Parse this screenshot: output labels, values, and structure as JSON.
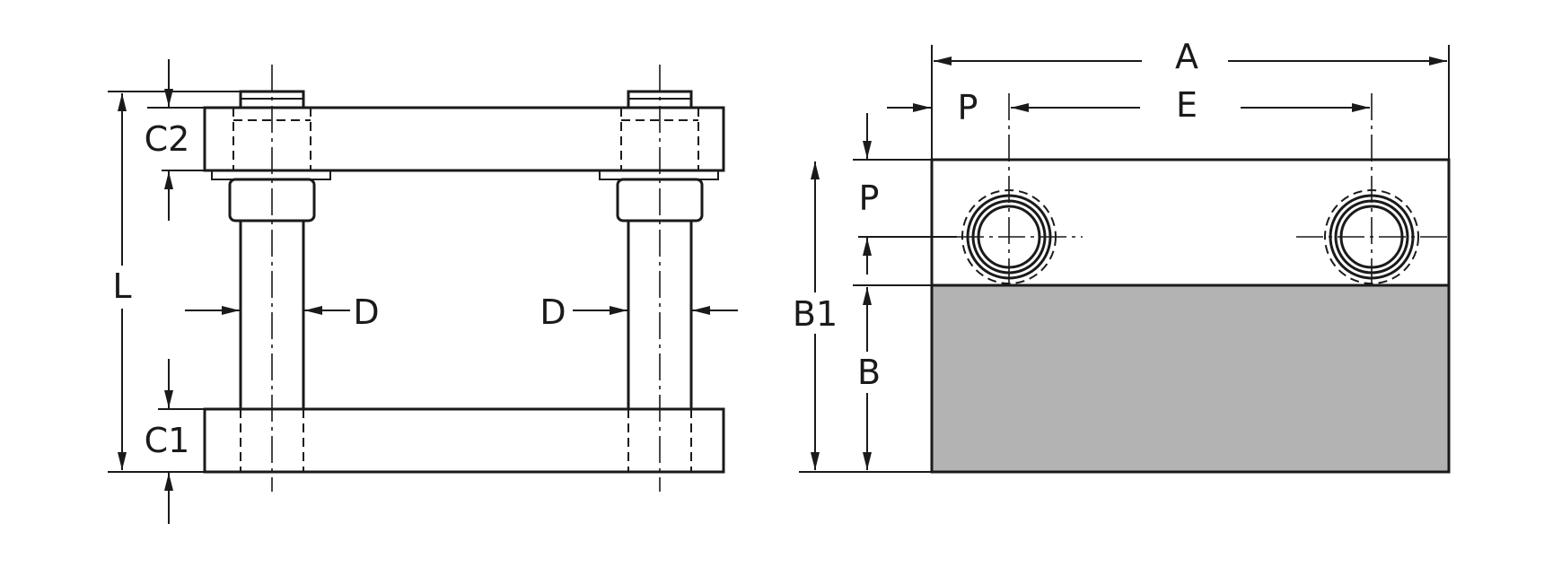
{
  "labels": {
    "C2": "C2",
    "L": "L",
    "C1": "C1",
    "D_left": "D",
    "D_right": "D",
    "A": "A",
    "E": "E",
    "P_top": "P",
    "P_side": "P",
    "B1": "B1",
    "B": "B"
  }
}
